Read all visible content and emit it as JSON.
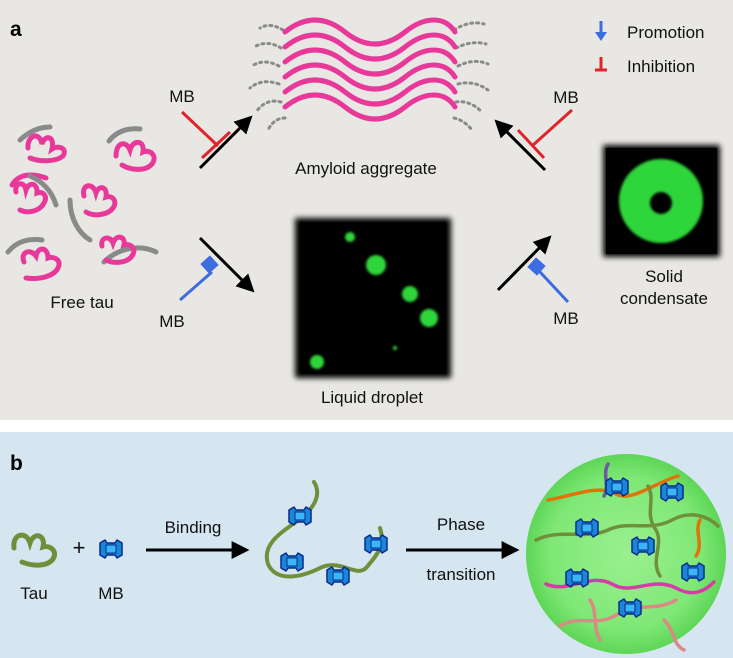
{
  "panel_a": {
    "letter": "a",
    "legend": {
      "promotion": "Promotion",
      "inhibition": "Inhibition"
    },
    "free_tau": "Free tau",
    "amyloid": "Amyloid aggregate",
    "liquid": "Liquid droplet",
    "solid_line1": "Solid",
    "solid_line2": "condensate",
    "mb": "MB"
  },
  "panel_b": {
    "letter": "b",
    "tau": "Tau",
    "mb": "MB",
    "plus": "+",
    "binding": "Binding",
    "phase_line1": "Phase",
    "phase_line2": "transition"
  },
  "colors": {
    "panel_a_bg": "#e8e7e4",
    "panel_b_bg": "#d5e6f1",
    "tau_pink": "#e8399a",
    "tau_gray": "#8a8a8a",
    "promotion_blue": "#3d6be0",
    "inhibition_red": "#e0242a",
    "droplet_green": "#2fd63a",
    "tau_green": "#6f8f3a",
    "mb_blue": "#1a86d8"
  }
}
